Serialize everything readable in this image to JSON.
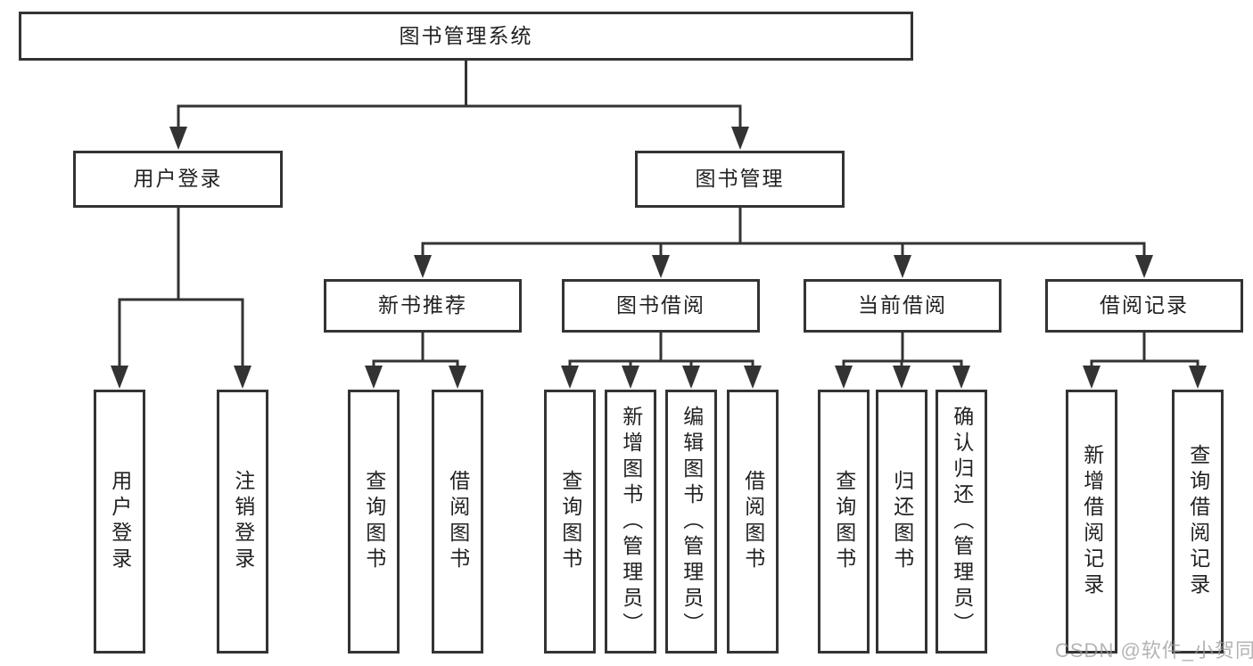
{
  "tree": {
    "label": "图书管理系统",
    "children": [
      {
        "label": "用户登录",
        "children": [
          {
            "label": "用户登录"
          },
          {
            "label": "注销登录"
          }
        ]
      },
      {
        "label": "图书管理",
        "children": [
          {
            "label": "新书推荐",
            "children": [
              {
                "label": "查询图书"
              },
              {
                "label": "借阅图书"
              }
            ]
          },
          {
            "label": "图书借阅",
            "children": [
              {
                "label": "查询图书"
              },
              {
                "label": "新增图书（管理员）"
              },
              {
                "label": "编辑图书（管理员）"
              },
              {
                "label": "借阅图书"
              }
            ]
          },
          {
            "label": "当前借阅",
            "children": [
              {
                "label": "查询图书"
              },
              {
                "label": "归还图书"
              },
              {
                "label": "确认归还（管理员）"
              }
            ]
          },
          {
            "label": "借阅记录",
            "children": [
              {
                "label": "新增借阅记录"
              },
              {
                "label": "查询借阅记录"
              }
            ]
          }
        ]
      }
    ]
  },
  "watermark": {
    "text": "CSDN @软件_小贺同学"
  },
  "colors": {
    "line": "#333333",
    "box_border": "#333333",
    "text": "#222222",
    "watermark": "#9b9b9b",
    "background": "#ffffff"
  }
}
